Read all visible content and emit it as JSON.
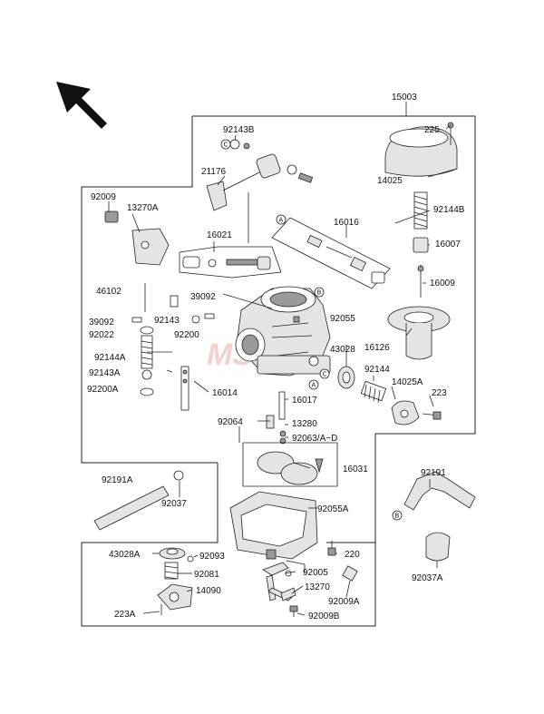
{
  "labels": {
    "15003": "15003",
    "225": "225",
    "92143B": "92143B",
    "21176": "21176",
    "14025": "14025",
    "92009": "92009",
    "13270A": "13270A",
    "16016": "16016",
    "92144B": "92144B",
    "16021": "16021",
    "16007": "16007",
    "16009": "16009",
    "46102": "46102",
    "39092a": "39092",
    "39092b": "39092",
    "92143": "92143",
    "92022": "92022",
    "92200": "92200",
    "92055": "92055",
    "43028": "43028",
    "16126": "16126",
    "92144A": "92144A",
    "92143A": "92143A",
    "92144": "92144",
    "14025A": "14025A",
    "92200A": "92200A",
    "16014": "16014",
    "16017": "16017",
    "223": "223",
    "92064": "92064",
    "13280": "13280",
    "92063": "92063/A~D",
    "92191A": "92191A",
    "16031": "16031",
    "92191": "92191",
    "92037": "92037",
    "92055A": "92055A",
    "43028A": "43028A",
    "92093": "92093",
    "220": "220",
    "92081": "92081",
    "92005": "92005",
    "14090": "14090",
    "13270": "13270",
    "92009A": "92009A",
    "223A": "223A",
    "92009B": "92009B",
    "92037A": "92037A"
  },
  "callouts": {
    "A": "A",
    "B": "B",
    "C": "C"
  },
  "watermark": "MSP",
  "colors": {
    "line": "#222222",
    "part_fill": "#e4e4e4",
    "part_dark": "#9a9a9a",
    "watermark": "#e07a7a"
  },
  "icons": {
    "direction": "arrow-up-left-icon"
  }
}
